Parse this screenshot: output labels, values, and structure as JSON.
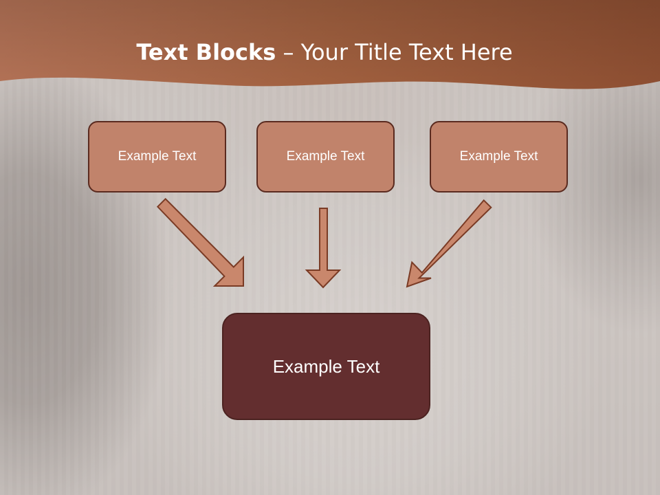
{
  "slide": {
    "title_bold": "Text Blocks",
    "title_rest": " – Your Title Text Here",
    "boxes": [
      {
        "label": "Example Text"
      },
      {
        "label": "Example Text"
      },
      {
        "label": "Example Text"
      }
    ],
    "main_box": {
      "label": "Example Text"
    }
  },
  "colors": {
    "header": "#9a5a3c",
    "box_fill": "#c1836b",
    "box_border": "#5a2a1f",
    "main_box_fill": "#632e2f",
    "arrow_fill": "#c9876c",
    "arrow_stroke": "#7a3b25"
  }
}
